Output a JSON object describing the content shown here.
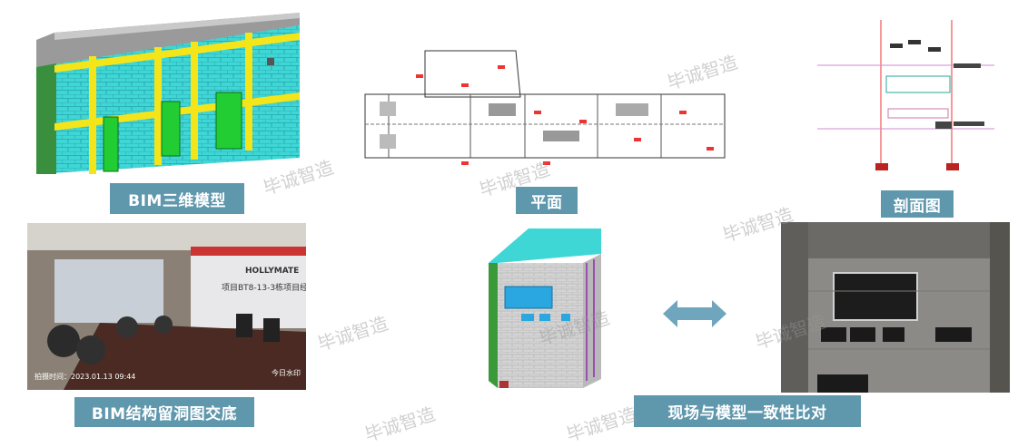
{
  "labels": {
    "bim_model": "BIM三维模型",
    "plan": "平面",
    "section": "剖面图",
    "briefing": "BIM结构留洞图交底",
    "comparison": "现场与模型一致性比对"
  },
  "photo": {
    "timestamp": "拍摄时间：2023.01.13 09:44",
    "banner": "HOLLYMATE",
    "project_text": "项目BT8-13-3栋项目经",
    "corner_stamp": "今日水印"
  },
  "watermark": "毕诚智造",
  "colors": {
    "label_bg": "#5f97ad",
    "tile": "#3fd6d6",
    "yellow": "#f4e51a",
    "green": "#22cc33",
    "arrow": "#6fa6bd"
  }
}
